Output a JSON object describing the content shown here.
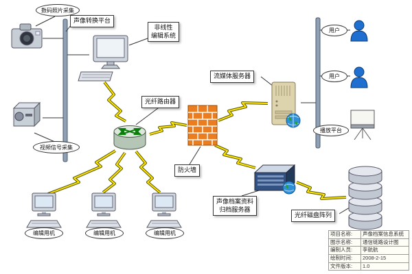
{
  "diagram": {
    "labels": {
      "photo_capture": "数码照片采集",
      "av_platform": "声像转换平台",
      "nle_system_line1": "非线性",
      "nle_system_line2": "编辑系统",
      "video_capture": "视频信号采集",
      "router": "光纤路由器",
      "firewall": "防火墙",
      "stream_server": "流媒体服务器",
      "user_top": "用户",
      "user_mid": "用户",
      "play_platform": "播放平台",
      "archive_line1": "声像档案资料",
      "archive_line2": "归档服务器",
      "disk_array": "光纤磁盘阵列",
      "pc1": "编辑用机",
      "pc2": "编辑用机",
      "pc3": "编辑用机"
    },
    "title_block": {
      "rows": [
        {
          "label": "项目名称:",
          "value": "声像档案信息系统"
        },
        {
          "label": "图示名称:",
          "value": "通信链路设计图"
        },
        {
          "label": "编制人员:",
          "value": "李航航"
        },
        {
          "label": "绘制时间:",
          "value": "2008-2-15"
        },
        {
          "label": "文件版本:",
          "value": "1.0"
        }
      ]
    },
    "icons": [
      "camera-icon",
      "workstation-monitor-icon",
      "keyboard-icon",
      "video-capture-icon",
      "router-icon",
      "firewall-icon",
      "tower-server-icon",
      "rack-server-icon",
      "disk-array-icon",
      "person-icon",
      "screen-icon",
      "pc-icon"
    ],
    "colors": {
      "lightning": "#ffe500",
      "bus": "#8fa0b4",
      "firewall": "#e97d1f",
      "person": "#1f6fd0"
    }
  }
}
